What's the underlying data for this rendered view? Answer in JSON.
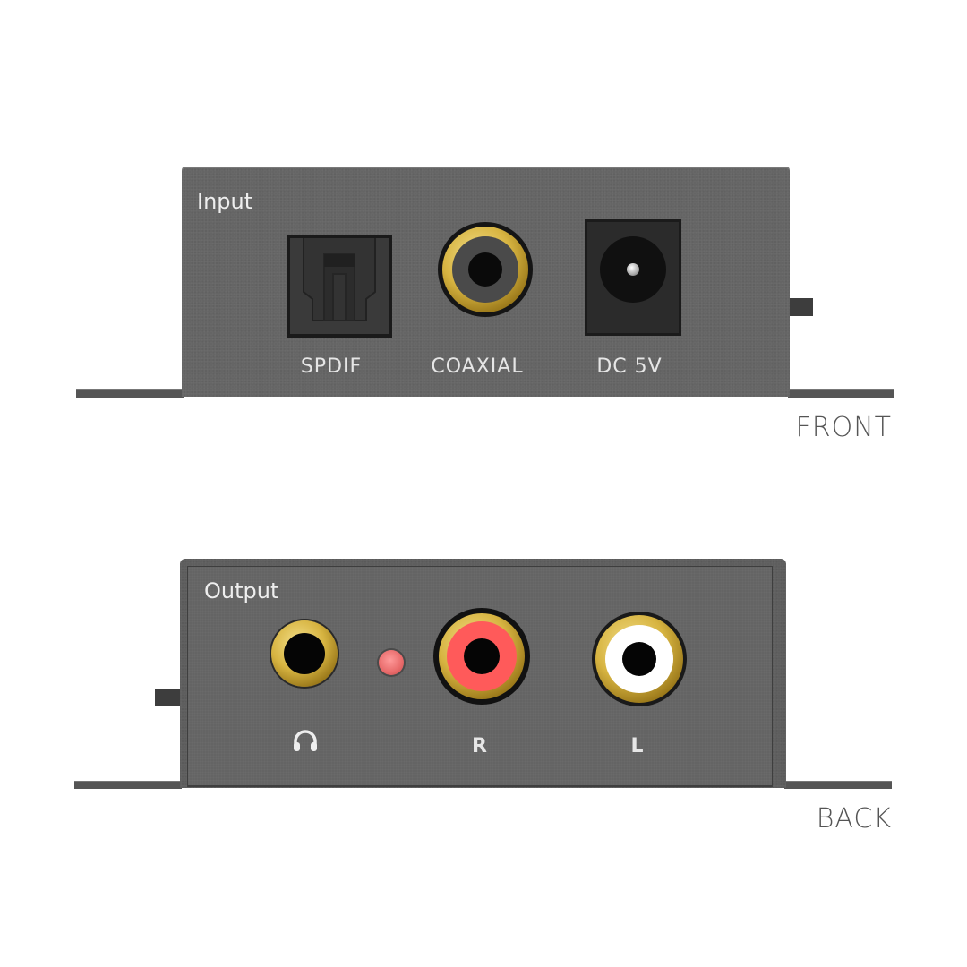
{
  "front": {
    "side_label": "FRONT",
    "panel_title": "Input",
    "ports": [
      {
        "id": "spdif",
        "label": "SPDIF",
        "type": "optical-toslink"
      },
      {
        "id": "coaxial",
        "label": "COAXIAL",
        "type": "rca-coaxial"
      },
      {
        "id": "dc5v",
        "label": "DC 5V",
        "type": "dc-barrel-jack"
      }
    ]
  },
  "back": {
    "side_label": "BACK",
    "panel_title": "Output",
    "ports": [
      {
        "id": "headphone",
        "label": "",
        "icon": "headphone-icon",
        "type": "3.5mm-jack"
      },
      {
        "id": "led",
        "label": "",
        "type": "power-led",
        "color": "#f06d6d"
      },
      {
        "id": "right",
        "label": "R",
        "type": "rca",
        "color": "#ff5a5a"
      },
      {
        "id": "left",
        "label": "L",
        "type": "rca",
        "color": "#ffffff"
      }
    ]
  },
  "colors": {
    "panel": "#656565",
    "gold": "#d7b441",
    "rca_red": "#ff5a5a",
    "rca_white": "#ffffff",
    "label_text": "#555555"
  }
}
